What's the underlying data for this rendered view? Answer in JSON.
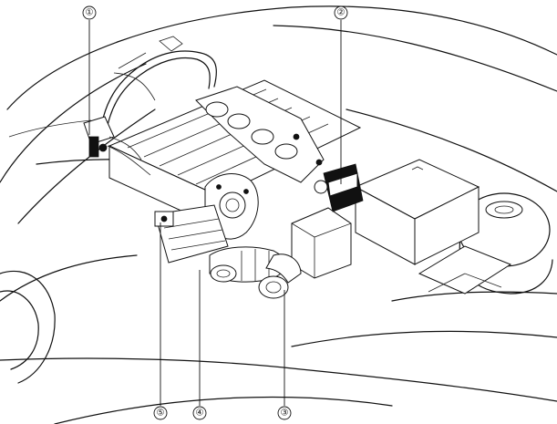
{
  "callouts": [
    {
      "id": "1",
      "label": "①"
    },
    {
      "id": "2",
      "label": "②"
    },
    {
      "id": "3",
      "label": "③"
    },
    {
      "id": "4",
      "label": "④"
    },
    {
      "id": "5",
      "label": "⑤"
    }
  ]
}
